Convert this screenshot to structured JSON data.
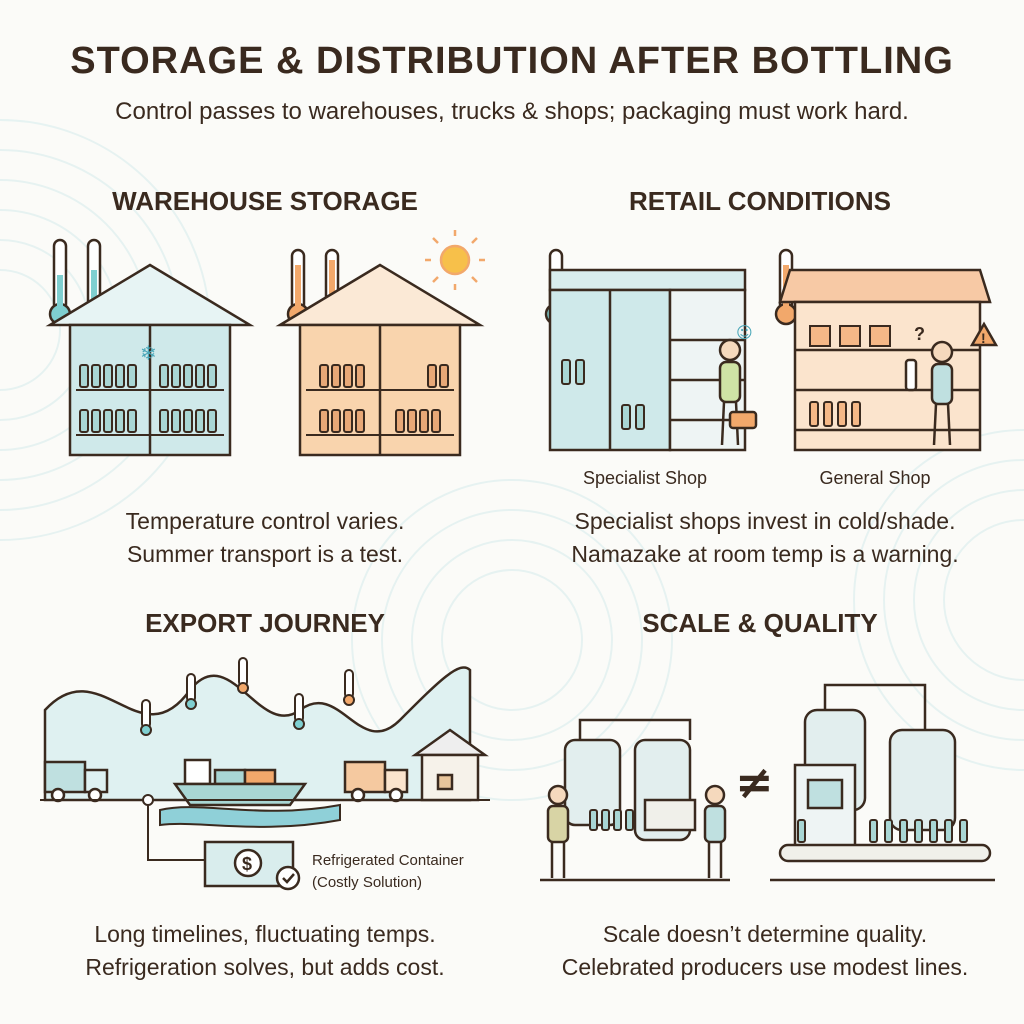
{
  "header": {
    "title": "STORAGE & DISTRIBUTION AFTER BOTTLING",
    "subtitle": "Control passes to warehouses, trucks & shops; packaging must work hard."
  },
  "warehouse": {
    "heading": "WAREHOUSE STORAGE",
    "caption_line1": "Temperature control varies.",
    "caption_line2": "Summer transport is a test."
  },
  "retail": {
    "heading": "RETAIL CONDITIONS",
    "specialist_label": "Specialist Shop",
    "general_label": "General Shop",
    "caption_line1": "Specialist shops invest in cold/shade.",
    "caption_line2": "Namazake at room temp is a warning."
  },
  "export": {
    "heading": "EXPORT JOURNEY",
    "container_label_line1": "Refrigerated Container",
    "container_label_line2": "(Costly Solution)",
    "caption_line1": "Long timelines, fluctuating temps.",
    "caption_line2": "Refrigeration solves, but adds cost."
  },
  "scale": {
    "heading": "SCALE & QUALITY",
    "not_equal_symbol": "≠",
    "caption_line1": "Scale doesn’t determine quality.",
    "caption_line2": "Celebrated producers use modest lines."
  },
  "icons": {
    "dollar": "$",
    "question": "?",
    "warning": "!"
  },
  "colors": {
    "ink": "#3a2a1f",
    "cool": "#7fcfd0",
    "warm": "#f2a86b",
    "sun": "#f7c04a"
  }
}
